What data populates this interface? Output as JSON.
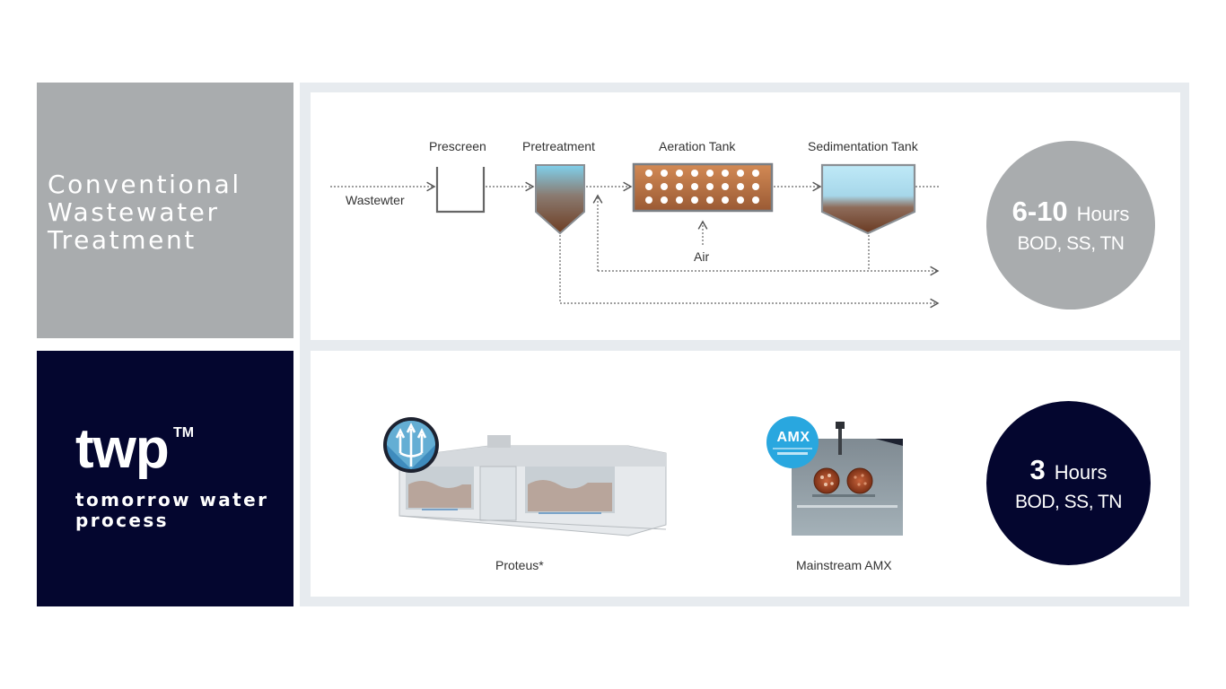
{
  "conventional": {
    "title_lines": [
      "Conventional",
      "Wastewater",
      "Treatment"
    ],
    "stages": {
      "prescreen": "Prescreen",
      "pretreatment": "Pretreatment",
      "aeration": "Aeration Tank",
      "sedimentation": "Sedimentation Tank"
    },
    "input_label": "Wastewter",
    "air_label": "Air",
    "result": {
      "time": "6-10",
      "unit": "Hours",
      "metrics": "BOD, SS, TN"
    }
  },
  "twp": {
    "logo": "twp",
    "trademark": "TM",
    "subtitle_lines": [
      "tomorrow water",
      "process"
    ],
    "products": [
      {
        "caption": "Proteus*"
      },
      {
        "caption": "Mainstream AMX",
        "badge": "AMX"
      }
    ],
    "result": {
      "time": "3",
      "unit": "Hours",
      "metrics": "BOD, SS, TN"
    }
  },
  "colors": {
    "conventional_bg": "#a9acae",
    "twp_bg": "#04062f",
    "panel_border": "#e7ebef",
    "sludge": "#7a4a2e",
    "water": "#8fd3ea",
    "amx_badge": "#29a7df"
  }
}
